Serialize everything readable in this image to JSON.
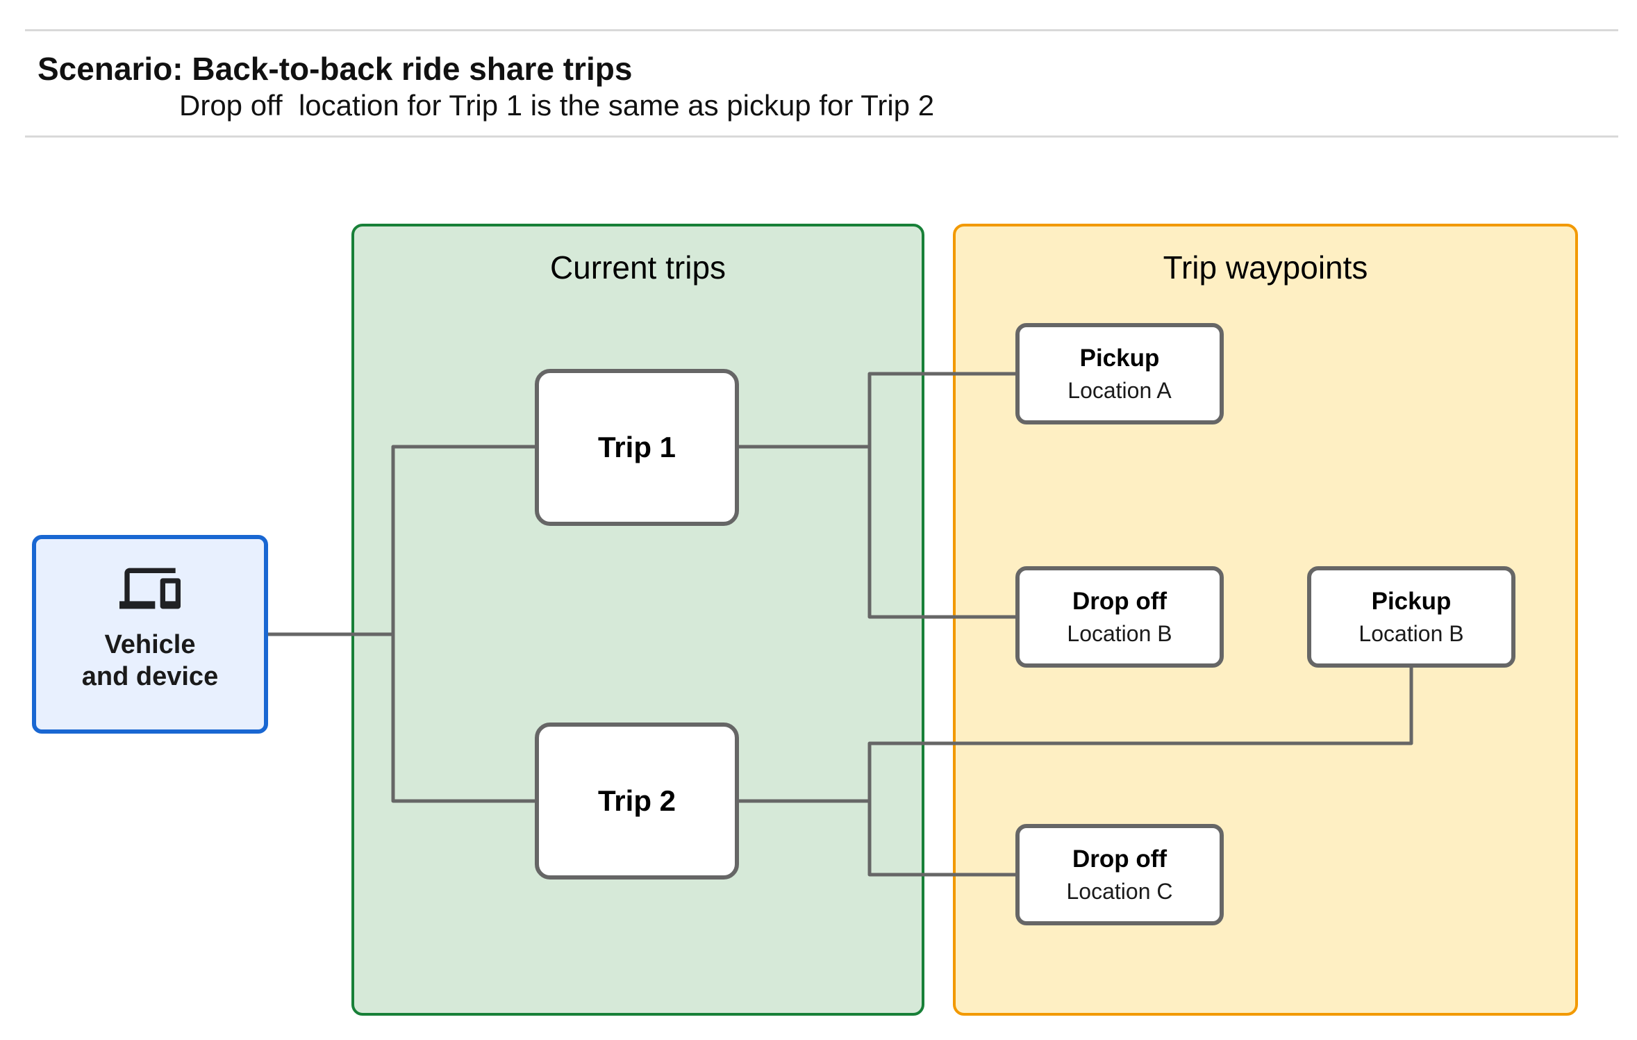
{
  "header": {
    "title": "Scenario: Back-to-back ride share trips",
    "subtitle": "Drop off  location for Trip 1 is the same as pickup for Trip 2"
  },
  "panels": {
    "current_trips": {
      "title": "Current trips",
      "fill": "#d6e9d8",
      "border": "#188038"
    },
    "trip_waypoints": {
      "title": "Trip waypoints",
      "fill": "#feefc3",
      "border": "#f29900"
    }
  },
  "vehicle": {
    "line1": "Vehicle",
    "line2": "and device",
    "icon": "devices-icon",
    "fill": "#e8f0fe",
    "border": "#1967d2"
  },
  "trips": [
    {
      "label": "Trip 1"
    },
    {
      "label": "Trip 2"
    }
  ],
  "waypoints": [
    {
      "type": "Pickup",
      "location": "Location A"
    },
    {
      "type": "Drop off",
      "location": "Location B"
    },
    {
      "type": "Pickup",
      "location": "Location B"
    },
    {
      "type": "Drop off",
      "location": "Location C"
    }
  ],
  "colors": {
    "connector": "#666666",
    "node_border": "#666666",
    "divider": "#d9d9d9",
    "text": "#111111"
  }
}
